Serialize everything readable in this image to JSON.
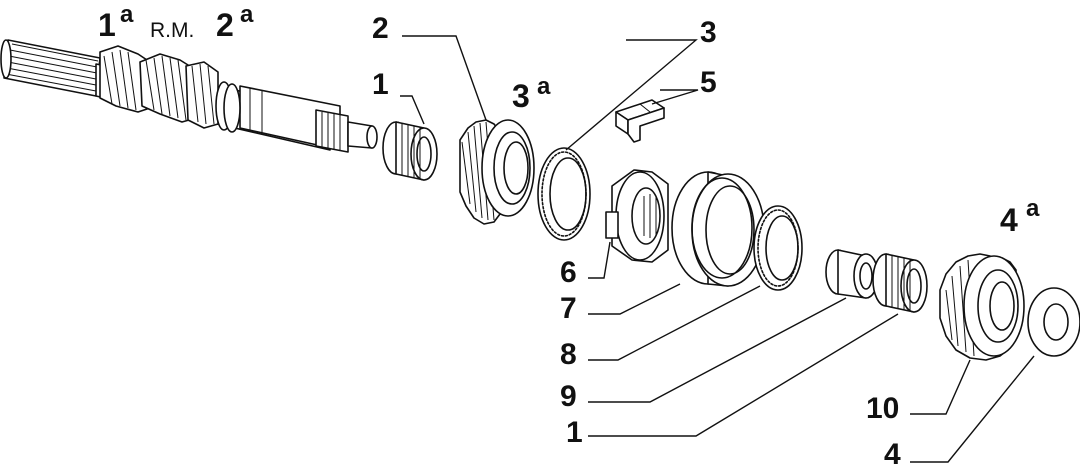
{
  "gear_labels": {
    "first": {
      "num": "1",
      "sup": "a"
    },
    "reverse": "R.M.",
    "second": {
      "num": "2",
      "sup": "a"
    },
    "third": {
      "num": "3",
      "sup": "a"
    },
    "fourth": {
      "num": "4",
      "sup": "a"
    }
  },
  "callouts": {
    "needle_bearing_top": "1",
    "gear_2": "2",
    "ring_3": "3",
    "insert_5": "5",
    "hub_6": "6",
    "sleeve_7": "7",
    "ring_8": "8",
    "bush_9": "9",
    "needle_bearing_bottom": "1",
    "gear_10": "10",
    "washer_4": "4"
  }
}
